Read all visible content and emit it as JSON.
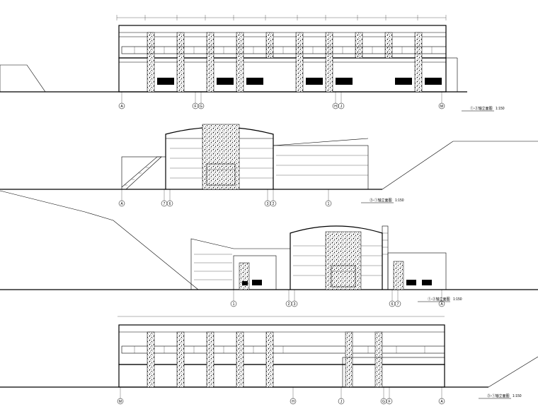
{
  "elevations": [
    {
      "title": "①-③轴立面图",
      "scale": "1:150"
    },
    {
      "title": "③-①轴立面图",
      "scale": "1:150"
    },
    {
      "title": "①-③轴立面图",
      "scale": "1:150"
    },
    {
      "title": "③-①轴立面图",
      "scale": "1:150"
    }
  ],
  "axis_tags": {
    "e1": [
      "A",
      "F",
      "G",
      "H",
      "J",
      "M"
    ],
    "e2": [
      "A",
      "7",
      "6",
      "3",
      "2",
      "1"
    ],
    "e3": [
      "1",
      "2",
      "3",
      "6",
      "7",
      "A"
    ],
    "e4": [
      "M",
      "H",
      "J",
      "G",
      "F",
      "A"
    ]
  }
}
